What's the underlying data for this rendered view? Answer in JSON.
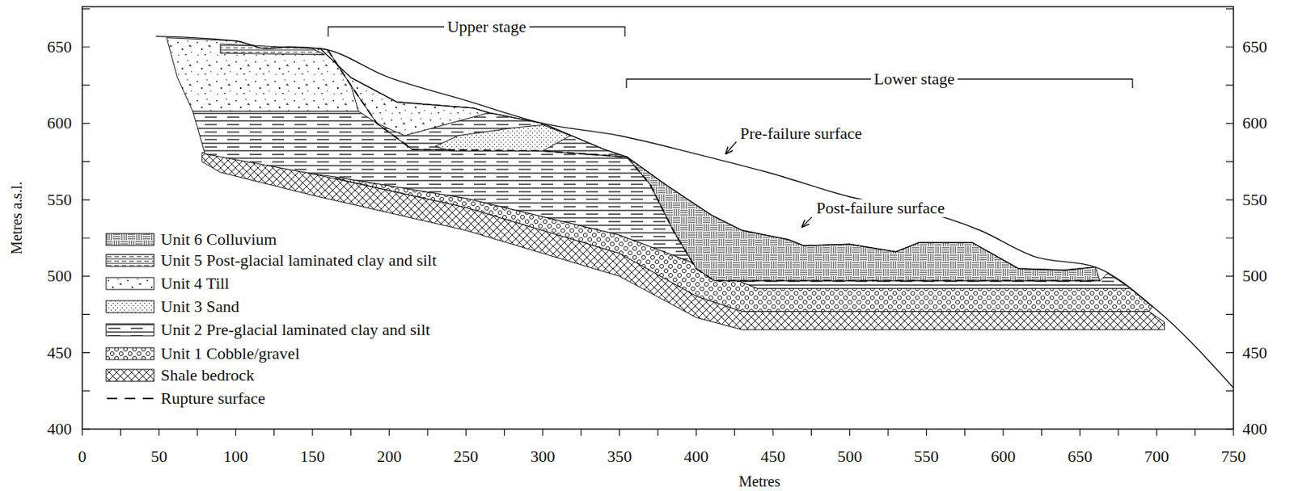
{
  "diagram": {
    "labels": [
      "Upper stage",
      "Lower stage",
      "Pre-failure surface",
      "Post-failure surface",
      "Metres a.s.l.",
      "650",
      "600",
      "550",
      "500",
      "450",
      "400",
      "650",
      "600",
      "550",
      "500",
      "450",
      "400",
      "0",
      "50",
      "100",
      "150",
      "200",
      "250",
      "300",
      "350",
      "400",
      "450",
      "500",
      "550",
      "600",
      "650",
      "700",
      "750",
      "Metres"
    ],
    "legend": [
      {
        "text": "Unit 6  Colluvium"
      },
      {
        "text": "Unit 5  Post-glacial laminated clay and silt"
      },
      {
        "text": "Unit 4  Till"
      },
      {
        "text": "Unit 3  Sand"
      },
      {
        "text": "Unit 2  Pre-glacial laminated clay and silt"
      },
      {
        "text": "Unit 1  Cobble/gravel"
      },
      {
        "text": "Shale bedrock"
      },
      {
        "text": "Rupture surface"
      }
    ]
  }
}
